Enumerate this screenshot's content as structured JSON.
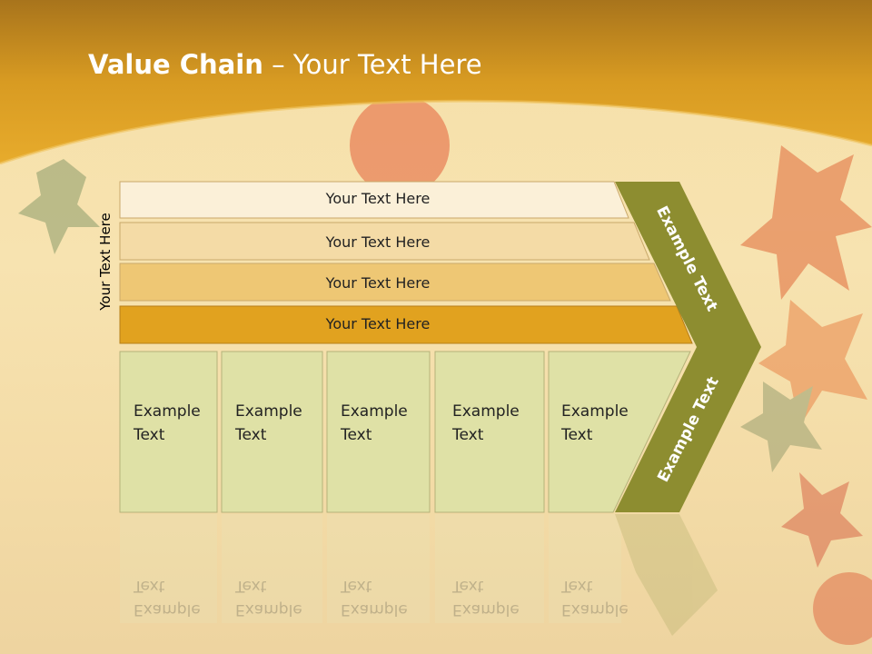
{
  "title": {
    "bold": "Value Chain",
    "rest": " – Your Text Here"
  },
  "side_label": "Your Text Here",
  "bars": [
    {
      "label": "Your Text Here"
    },
    {
      "label": "Your Text Here"
    },
    {
      "label": "Your Text Here"
    },
    {
      "label": "Your Text Here"
    }
  ],
  "boxes": [
    {
      "line1": "Example",
      "line2": "Text"
    },
    {
      "line1": "Example",
      "line2": "Text"
    },
    {
      "line1": "Example",
      "line2": "Text"
    },
    {
      "line1": "Example",
      "line2": "Text"
    },
    {
      "line1": "Example",
      "line2": "Text"
    }
  ],
  "chevron": {
    "upper": "Example Text",
    "lower": "Example Text"
  },
  "colors": {
    "header": "#dfa020",
    "bar1": "#fbf0d8",
    "bar2": "#f4dba6",
    "bar3": "#eec774",
    "bar4": "#e1a21f",
    "box": "#dfe1a6",
    "chevron": "#8d8d30"
  }
}
